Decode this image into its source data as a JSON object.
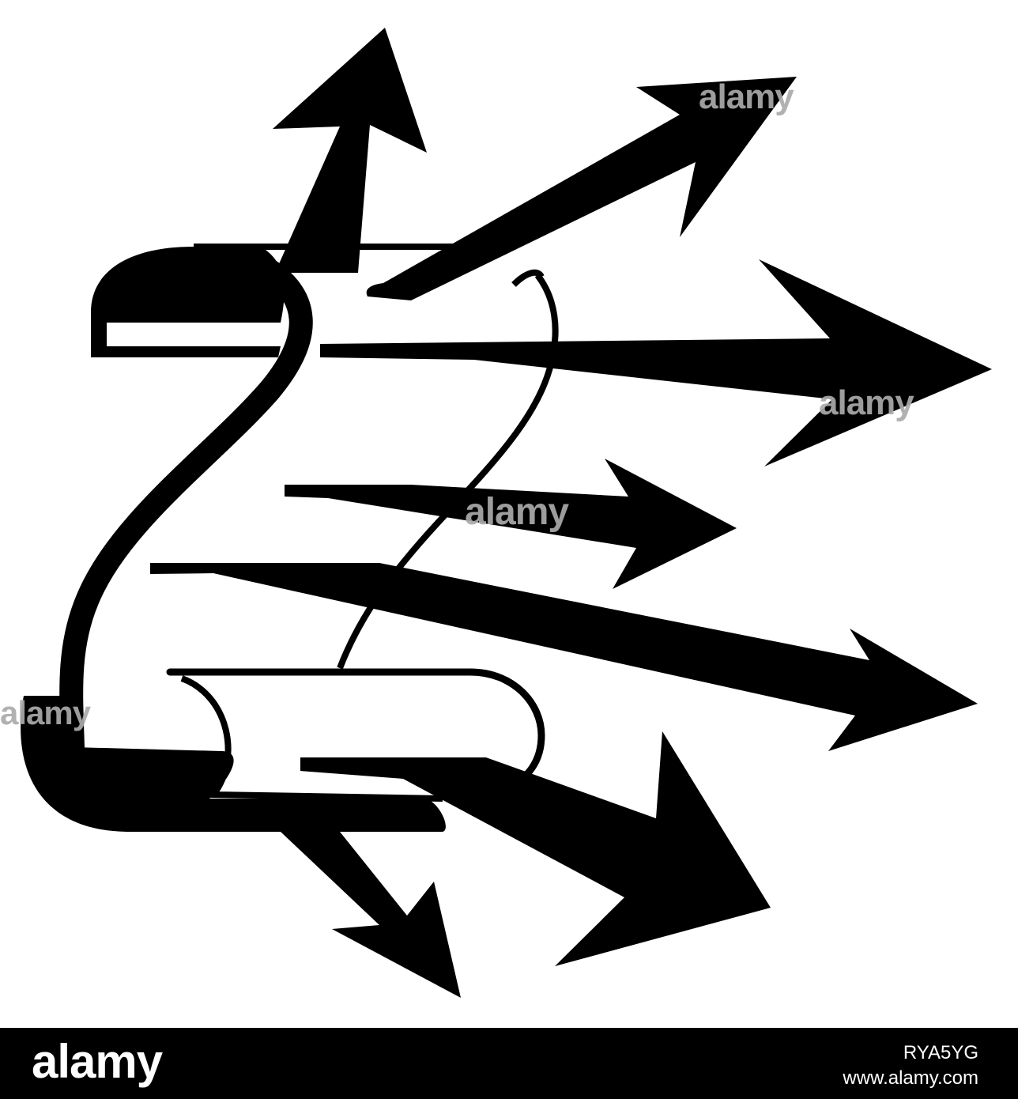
{
  "watermark": "alamy",
  "footer": {
    "logo": "alamy",
    "image_id": "RYA5YG",
    "url": "www.alamy.com"
  },
  "colors": {
    "ink": "#000000",
    "paper": "#ffffff",
    "watermark": "#aaaaaa",
    "footer_bg": "#000000"
  },
  "icons": [
    "scroll-icon",
    "arrow-icon"
  ]
}
